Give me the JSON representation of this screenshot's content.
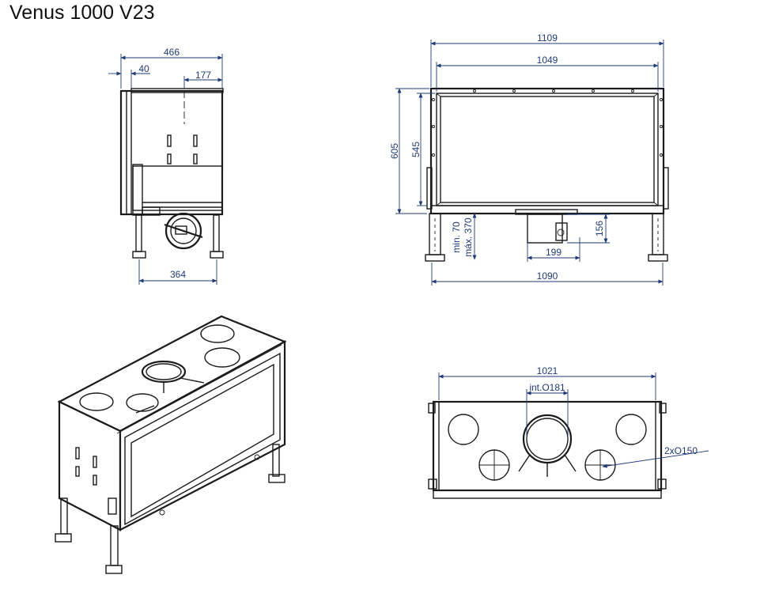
{
  "title": "Venus 1000 V23",
  "colors": {
    "line": "#1b1b1b",
    "dimension": "#1f3a78",
    "background": "#ffffff"
  },
  "side_view": {
    "d466": "466",
    "d40": "40",
    "d177": "177",
    "d364": "364"
  },
  "front_view": {
    "d1109": "1109",
    "d1049": "1049",
    "d605": "605",
    "d545": "545",
    "min": "min. 70",
    "max": "máx. 370",
    "d156": "156",
    "d199": "199",
    "d1090": "1090"
  },
  "top_view": {
    "d1021": "1021",
    "int": "int.O181",
    "holes": "2xO150"
  }
}
